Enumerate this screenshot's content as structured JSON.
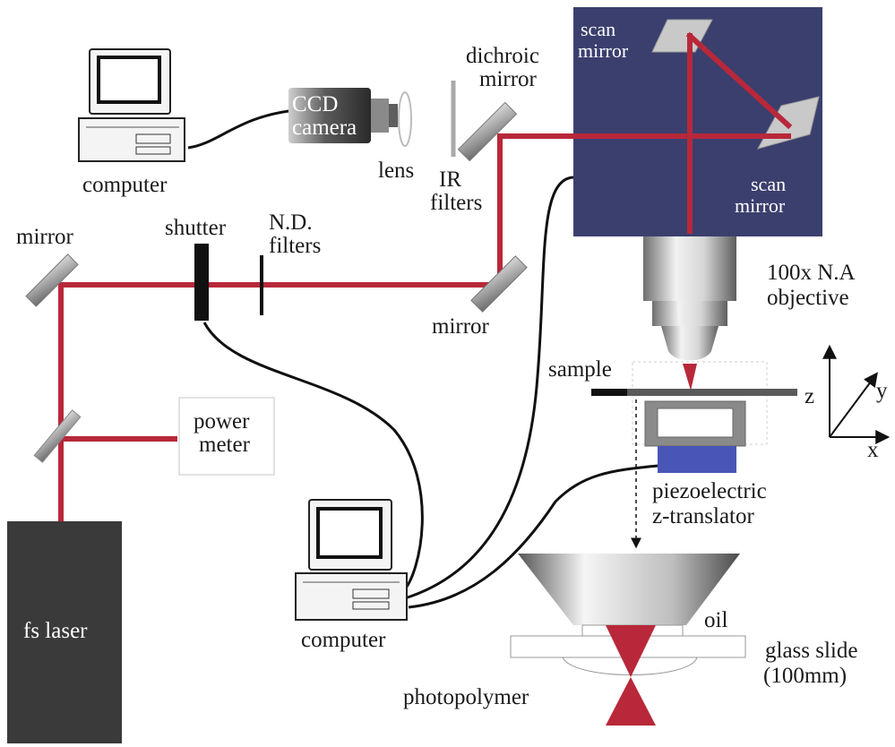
{
  "colors": {
    "beam": "#b8283a",
    "scanner_box": "#3b3f6e",
    "laser_box": "#3a3a3a",
    "piezo": "#4a55b8",
    "cable": "#111111"
  },
  "icons": [
    "computer-icon",
    "ccd-camera-icon",
    "lens-icon",
    "mirror-icon",
    "objective-icon",
    "axes-icon"
  ],
  "labels": {
    "scan_mirror_top": [
      "scan",
      "mirror"
    ],
    "scan_mirror_bottom": [
      "scan",
      "mirror"
    ],
    "dichroic_mirror": [
      "dichroic",
      "mirror"
    ],
    "ccd_camera": [
      "CCD",
      "camera"
    ],
    "lens": "lens",
    "ir_filters": [
      "IR",
      "filters"
    ],
    "computer_top": "computer",
    "computer_bottom": "computer",
    "mirror_left": "mirror",
    "mirror_mid": "mirror",
    "shutter": "shutter",
    "nd_filters": [
      "N.D.",
      "filters"
    ],
    "objective": [
      "100x N.A",
      "objective"
    ],
    "sample": "sample",
    "axis_z": "z",
    "axis_y": "y",
    "axis_x": "x",
    "power_meter": [
      "power",
      "meter"
    ],
    "piezo": [
      "piezoelectric",
      "z-translator"
    ],
    "fs_laser": "fs laser",
    "oil": "oil",
    "glass_slide": [
      "glass slide",
      "(100mm)"
    ],
    "photopolymer": "photopolymer"
  }
}
